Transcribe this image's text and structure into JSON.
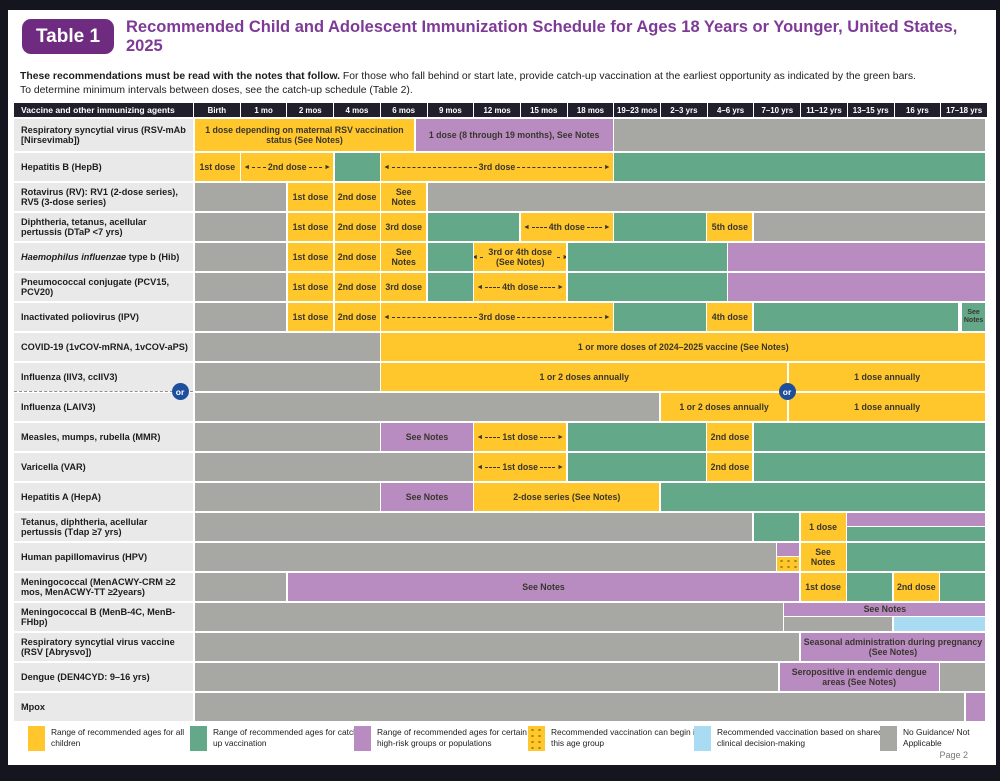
{
  "page": {
    "badge": "Table 1",
    "title": "Recommended Child and Adolescent Immunization Schedule for Ages 18 Years or Younger, United States, 2025",
    "note_bold": "These recommendations must be read with the notes that follow.",
    "note_rest": " For those who fall behind or start late, provide catch-up vaccination at the earliest opportunity as indicated by the green bars.",
    "note_line2": "To determine minimum intervals between doses, see the catch-up schedule (Table 2).",
    "page_number": "Page 2",
    "or_label": "or"
  },
  "colors": {
    "all_children_yellow": "#ffc72c",
    "catch_up_green": "#63a889",
    "high_risk_purple": "#b98cc1",
    "no_guidance_gray": "#a7a7a3",
    "shared_decision_blue": "#a9dbf2",
    "header_black": "#201f2b",
    "title_purple": "#7e3a96",
    "badge_purple": "#6e2b80",
    "or_badge_blue": "#1e4f9c"
  },
  "header_label": "Vaccine and other immunizing agents",
  "columns": [
    "Birth",
    "1 mo",
    "2 mos",
    "4 mos",
    "6 mos",
    "9 mos",
    "12 mos",
    "15 mos",
    "18 mos",
    "19–23 mos",
    "2–3 yrs",
    "4–6 yrs",
    "7–10 yrs",
    "11–12 yrs",
    "13–15 yrs",
    "16 yrs",
    "17–18 yrs"
  ],
  "rows": [
    {
      "label": "Respiratory syncytial virus (RSV-mAb [Nirsevimab])",
      "tall": true,
      "segments": [
        {
          "start": 0,
          "end": 4.74,
          "color": "y",
          "text": "1 dose depending on maternal RSV vaccination status (See Notes)"
        },
        {
          "start": 4.74,
          "end": 9,
          "color": "p",
          "text": "1 dose (8 through 19 months), See Notes"
        },
        {
          "start": 9,
          "end": 17,
          "color": "n"
        }
      ]
    },
    {
      "label": "Hepatitis B (HepB)",
      "segments": [
        {
          "start": 0,
          "end": 1,
          "color": "y",
          "text": "1st dose"
        },
        {
          "start": 1,
          "end": 3,
          "color": "y",
          "text": "2nd dose",
          "arrows": true
        },
        {
          "start": 3,
          "end": 4,
          "color": "g"
        },
        {
          "start": 4,
          "end": 9,
          "color": "y",
          "text": "3rd dose",
          "arrows": true
        },
        {
          "start": 9,
          "end": 17,
          "color": "g"
        }
      ]
    },
    {
      "label": "Rotavirus (RV): RV1 (2-dose series), RV5 (3-dose series)",
      "segments": [
        {
          "start": 0,
          "end": 2,
          "color": "n"
        },
        {
          "start": 2,
          "end": 3,
          "color": "y",
          "text": "1st dose"
        },
        {
          "start": 3,
          "end": 4,
          "color": "y",
          "text": "2nd dose"
        },
        {
          "start": 4,
          "end": 5,
          "color": "y",
          "text": "See Notes"
        },
        {
          "start": 5,
          "end": 17,
          "color": "n"
        }
      ]
    },
    {
      "label": "Diphtheria, tetanus, acellular pertussis (DTaP <7 yrs)",
      "segments": [
        {
          "start": 0,
          "end": 2,
          "color": "n"
        },
        {
          "start": 2,
          "end": 3,
          "color": "y",
          "text": "1st dose"
        },
        {
          "start": 3,
          "end": 4,
          "color": "y",
          "text": "2nd dose"
        },
        {
          "start": 4,
          "end": 5,
          "color": "y",
          "text": "3rd dose"
        },
        {
          "start": 5,
          "end": 7,
          "color": "g"
        },
        {
          "start": 7,
          "end": 9,
          "color": "y",
          "text": "4th dose",
          "arrows": true
        },
        {
          "start": 9,
          "end": 11,
          "color": "g"
        },
        {
          "start": 11,
          "end": 12,
          "color": "y",
          "text": "5th dose"
        },
        {
          "start": 12,
          "end": 17,
          "color": "n"
        }
      ]
    },
    {
      "label_italic": "Haemophilus influenzae",
      "label": " type b (Hib)",
      "segments": [
        {
          "start": 0,
          "end": 2,
          "color": "n"
        },
        {
          "start": 2,
          "end": 3,
          "color": "y",
          "text": "1st dose"
        },
        {
          "start": 3,
          "end": 4,
          "color": "y",
          "text": "2nd dose"
        },
        {
          "start": 4,
          "end": 5,
          "color": "y",
          "text": "See Notes"
        },
        {
          "start": 5,
          "end": 6,
          "color": "g"
        },
        {
          "start": 6,
          "end": 8,
          "color": "y",
          "text": "3rd or 4th dose (See Notes)",
          "arrows": true
        },
        {
          "start": 8,
          "end": 11.45,
          "color": "g"
        },
        {
          "start": 11.45,
          "end": 17,
          "color": "p"
        }
      ]
    },
    {
      "label": "Pneumococcal conjugate (PCV15, PCV20)",
      "segments": [
        {
          "start": 0,
          "end": 2,
          "color": "n"
        },
        {
          "start": 2,
          "end": 3,
          "color": "y",
          "text": "1st dose"
        },
        {
          "start": 3,
          "end": 4,
          "color": "y",
          "text": "2nd dose"
        },
        {
          "start": 4,
          "end": 5,
          "color": "y",
          "text": "3rd dose"
        },
        {
          "start": 5,
          "end": 6,
          "color": "g"
        },
        {
          "start": 6,
          "end": 8,
          "color": "y",
          "text": "4th dose",
          "arrows": true
        },
        {
          "start": 8,
          "end": 11.45,
          "color": "g"
        },
        {
          "start": 11.45,
          "end": 17,
          "color": "p"
        }
      ]
    },
    {
      "label": "Inactivated poliovirus (IPV)",
      "segments": [
        {
          "start": 0,
          "end": 2,
          "color": "n"
        },
        {
          "start": 2,
          "end": 3,
          "color": "y",
          "text": "1st dose"
        },
        {
          "start": 3,
          "end": 4,
          "color": "y",
          "text": "2nd dose"
        },
        {
          "start": 4,
          "end": 9,
          "color": "y",
          "text": "3rd dose",
          "arrows": true
        },
        {
          "start": 9,
          "end": 11,
          "color": "g"
        },
        {
          "start": 11,
          "end": 12,
          "color": "y",
          "text": "4th dose"
        },
        {
          "start": 12,
          "end": 16.42,
          "color": "g"
        },
        {
          "start": 16.46,
          "end": 17,
          "color": "g",
          "text": "See Notes",
          "small": true
        }
      ]
    },
    {
      "label": "COVID-19 (1vCOV-mRNA, 1vCOV-aPS)",
      "segments": [
        {
          "start": 0,
          "end": 4,
          "color": "n"
        },
        {
          "start": 4,
          "end": 17,
          "color": "y",
          "text": "1 or more doses of 2024–2025 vaccine (See Notes)"
        }
      ]
    },
    {
      "label": "Influenza (IIV3, ccIIV3)",
      "segments": [
        {
          "start": 0,
          "end": 4,
          "color": "n"
        },
        {
          "start": 4,
          "end": 12.75,
          "color": "y",
          "text": "1 or 2 doses annually"
        },
        {
          "start": 12.75,
          "end": 17,
          "color": "y",
          "text": "1 dose annually"
        }
      ]
    },
    {
      "label": "Influenza (LAIV3)",
      "segments": [
        {
          "start": 0,
          "end": 10,
          "color": "n"
        },
        {
          "start": 10,
          "end": 12.75,
          "color": "y",
          "text": "1 or 2 doses annually"
        },
        {
          "start": 12.75,
          "end": 17,
          "color": "y",
          "text": "1 dose annually"
        }
      ]
    },
    {
      "label": "Measles, mumps, rubella (MMR)",
      "segments": [
        {
          "start": 0,
          "end": 4,
          "color": "n"
        },
        {
          "start": 4,
          "end": 6,
          "color": "p",
          "text": "See Notes"
        },
        {
          "start": 6,
          "end": 8,
          "color": "y",
          "text": "1st dose",
          "arrows": true
        },
        {
          "start": 8,
          "end": 11,
          "color": "g"
        },
        {
          "start": 11,
          "end": 12,
          "color": "y",
          "text": "2nd dose"
        },
        {
          "start": 12,
          "end": 17,
          "color": "g"
        }
      ]
    },
    {
      "label": "Varicella (VAR)",
      "segments": [
        {
          "start": 0,
          "end": 6,
          "color": "n"
        },
        {
          "start": 6,
          "end": 8,
          "color": "y",
          "text": "1st dose",
          "arrows": true
        },
        {
          "start": 8,
          "end": 11,
          "color": "g"
        },
        {
          "start": 11,
          "end": 12,
          "color": "y",
          "text": "2nd dose"
        },
        {
          "start": 12,
          "end": 17,
          "color": "g"
        }
      ]
    },
    {
      "label": "Hepatitis A (HepA)",
      "segments": [
        {
          "start": 0,
          "end": 4,
          "color": "n"
        },
        {
          "start": 4,
          "end": 6,
          "color": "p",
          "text": "See Notes"
        },
        {
          "start": 6,
          "end": 10,
          "color": "y",
          "text": "2-dose series (See Notes)"
        },
        {
          "start": 10,
          "end": 17,
          "color": "g"
        }
      ]
    },
    {
      "label": "Tetanus, diphtheria, acellular pertussis (Tdap ≥7 yrs)",
      "segments": [
        {
          "start": 0,
          "end": 12,
          "color": "n"
        },
        {
          "start": 12,
          "end": 13,
          "color": "g"
        },
        {
          "start": 13,
          "end": 14,
          "color": "y",
          "text": "1 dose"
        },
        {
          "start": 14,
          "end": 17,
          "color": "p",
          "band": "t"
        },
        {
          "start": 14,
          "end": 17,
          "color": "g",
          "band": "b"
        }
      ]
    },
    {
      "label": "Human papillomavirus (HPV)",
      "segments": [
        {
          "start": 0,
          "end": 12.5,
          "color": "n"
        },
        {
          "start": 12.5,
          "end": 13,
          "color": "p",
          "band": "t"
        },
        {
          "start": 12.5,
          "end": 13,
          "color": "d",
          "band": "b"
        },
        {
          "start": 13,
          "end": 14,
          "color": "y",
          "text": "See Notes"
        },
        {
          "start": 14,
          "end": 17,
          "color": "g"
        }
      ]
    },
    {
      "label": "Meningococcal (MenACWY-CRM ≥2 mos, MenACWY-TT ≥2years)",
      "segments": [
        {
          "start": 0,
          "end": 2,
          "color": "n"
        },
        {
          "start": 2,
          "end": 13,
          "color": "p",
          "text": "See Notes"
        },
        {
          "start": 13,
          "end": 14,
          "color": "y",
          "text": "1st dose"
        },
        {
          "start": 14,
          "end": 15,
          "color": "g"
        },
        {
          "start": 15,
          "end": 16,
          "color": "y",
          "text": "2nd dose"
        },
        {
          "start": 16,
          "end": 17,
          "color": "g"
        }
      ]
    },
    {
      "label": "Meningococcal B (MenB-4C, MenB-FHbp)",
      "segments": [
        {
          "start": 0,
          "end": 12.65,
          "color": "n"
        },
        {
          "start": 12.65,
          "end": 17,
          "color": "p",
          "text": "See Notes",
          "band": "t"
        },
        {
          "start": 12.65,
          "end": 15,
          "color": "n",
          "band": "b"
        },
        {
          "start": 15,
          "end": 17,
          "color": "b",
          "band": "b"
        }
      ]
    },
    {
      "label": "Respiratory syncytial virus vaccine (RSV [Abrysvo])",
      "segments": [
        {
          "start": 0,
          "end": 13,
          "color": "n"
        },
        {
          "start": 13,
          "end": 17,
          "color": "p",
          "text": "Seasonal administration during pregnancy (See Notes)"
        }
      ]
    },
    {
      "label": "Dengue (DEN4CYD: 9–16 yrs)",
      "segments": [
        {
          "start": 0,
          "end": 12.55,
          "color": "n"
        },
        {
          "start": 12.55,
          "end": 16,
          "color": "p",
          "text": "Seropositive in endemic dengue areas (See Notes)"
        },
        {
          "start": 16,
          "end": 17,
          "color": "n"
        }
      ]
    },
    {
      "label": "Mpox",
      "segments": [
        {
          "start": 0,
          "end": 16.55,
          "color": "n"
        },
        {
          "start": 16.55,
          "end": 17,
          "color": "p"
        }
      ]
    }
  ],
  "legend": {
    "items": [
      {
        "swatch": "y",
        "label": "Range of recommended ages for all children"
      },
      {
        "swatch": "g",
        "label": "Range of recommended ages for catch-up vaccination"
      },
      {
        "swatch": "p",
        "label": "Range of recommended ages for certain high-risk groups or populations"
      },
      {
        "swatch": "d",
        "label": "Recommended vaccination can begin in this age group"
      },
      {
        "swatch": "b",
        "label": "Recommended vaccination based on shared clinical decision-making"
      },
      {
        "swatch": "n",
        "label": "No Guidance/ Not Applicable"
      }
    ]
  }
}
